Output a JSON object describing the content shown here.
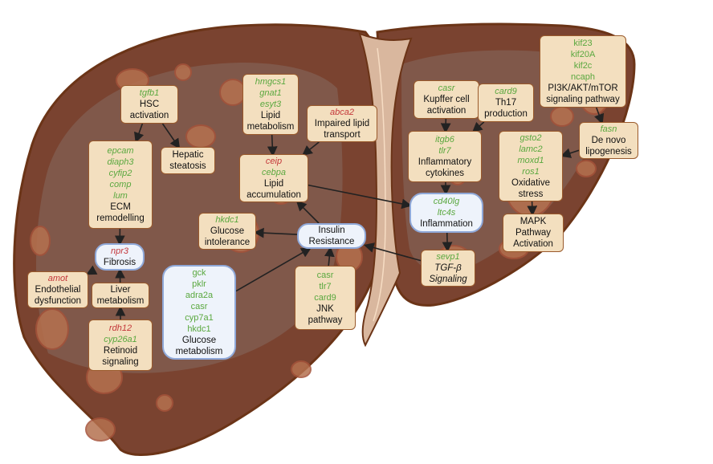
{
  "colors": {
    "liver_dark": "#7a4330",
    "liver_mid": "#80584a",
    "liver_outline": "#6b3417",
    "ligament": "#d9b79e",
    "node_fill": "#f3dfbf",
    "node_border": "#9a5a2c",
    "hub_fill": "#eef3fb",
    "hub_border": "#8fa8d8",
    "gene_up": "#5aa83f",
    "gene_down": "#c4373a",
    "arrow": "#222222"
  },
  "nodes": {
    "hsc": {
      "genes": [
        {
          "name": "tgfb1",
          "dir": "up"
        }
      ],
      "label": [
        "HSC",
        "activation"
      ]
    },
    "steatosis": {
      "genes": [],
      "label": [
        "Hepatic",
        "steatosis"
      ]
    },
    "ecm": {
      "genes": [
        {
          "name": "epcam",
          "dir": "up"
        },
        {
          "name": "diaph3",
          "dir": "up"
        },
        {
          "name": "cyfip2",
          "dir": "up"
        },
        {
          "name": "comp",
          "dir": "up"
        },
        {
          "name": "lum",
          "dir": "up"
        }
      ],
      "label": [
        "ECM",
        "remodelling"
      ]
    },
    "fibrosis": {
      "genes": [
        {
          "name": "npr3",
          "dir": "down"
        }
      ],
      "label": [
        "Fibrosis"
      ]
    },
    "endothelial": {
      "genes": [
        {
          "name": "amot",
          "dir": "down"
        }
      ],
      "label": [
        "Endothelial",
        "dysfunction"
      ]
    },
    "liver_metab": {
      "genes": [],
      "label": [
        "Liver",
        "metabolism"
      ]
    },
    "retinoid": {
      "genes": [
        {
          "name": "rdh12",
          "dir": "down"
        },
        {
          "name": "cyp26a1",
          "dir": "up"
        }
      ],
      "label": [
        "Retinoid",
        "signaling"
      ]
    },
    "lipid_metab": {
      "genes": [
        {
          "name": "hmgcs1",
          "dir": "up"
        },
        {
          "name": "gnat1",
          "dir": "up"
        },
        {
          "name": "esyt3",
          "dir": "up"
        }
      ],
      "label": [
        "Lipid",
        "metabolism"
      ]
    },
    "lipid_transport": {
      "genes": [
        {
          "name": "abca2",
          "dir": "down"
        }
      ],
      "label": [
        "Impaired lipid",
        "transport"
      ]
    },
    "lipid_accum": {
      "genes": [
        {
          "name": "ceip",
          "dir": "down"
        },
        {
          "name": "cebpa",
          "dir": "up"
        }
      ],
      "label": [
        "Lipid",
        "accumulation"
      ]
    },
    "glucose_intol": {
      "genes": [
        {
          "name": "hkdc1",
          "dir": "up"
        }
      ],
      "label": [
        "Glucose",
        "intolerance"
      ]
    },
    "insulin": {
      "genes": [],
      "label": [
        "Insulin",
        "Resistance"
      ]
    },
    "glucose_metab": {
      "genes": [
        {
          "name": "gck",
          "dir": "up"
        },
        {
          "name": "pklr",
          "dir": "up"
        },
        {
          "name": "adra2a",
          "dir": "up"
        },
        {
          "name": "casr",
          "dir": "up"
        },
        {
          "name": "cyp7a1",
          "dir": "up"
        },
        {
          "name": "hkdc1",
          "dir": "up"
        }
      ],
      "label": [
        "Glucose",
        "metabolism"
      ]
    },
    "jnk": {
      "genes": [
        {
          "name": "casr",
          "dir": "up"
        },
        {
          "name": "tlr7",
          "dir": "up"
        },
        {
          "name": "card9",
          "dir": "up"
        }
      ],
      "label": [
        "JNK",
        "pathway"
      ]
    },
    "kupffer": {
      "genes": [
        {
          "name": "casr",
          "dir": "up"
        }
      ],
      "label": [
        "Kupffer cell",
        "activation"
      ]
    },
    "th17": {
      "genes": [
        {
          "name": "card9",
          "dir": "up"
        }
      ],
      "label": [
        "Th17",
        "production"
      ]
    },
    "pi3k": {
      "genes": [
        {
          "name": "kif23",
          "dir": "up"
        },
        {
          "name": "kif20A",
          "dir": "up"
        },
        {
          "name": "kif2c",
          "dir": "up"
        },
        {
          "name": "ncaph",
          "dir": "up"
        }
      ],
      "label": [
        "PI3K/AKT/mTOR",
        "signaling pathway"
      ]
    },
    "cytokines": {
      "genes": [
        {
          "name": "itgb6",
          "dir": "up"
        },
        {
          "name": "tlr7",
          "dir": "up"
        }
      ],
      "label": [
        "Inflammatory",
        "cytokines"
      ]
    },
    "oxidative": {
      "genes": [
        {
          "name": "gsto2",
          "dir": "up"
        },
        {
          "name": "lamc2",
          "dir": "up"
        },
        {
          "name": "moxd1",
          "dir": "up"
        },
        {
          "name": "ros1",
          "dir": "up"
        }
      ],
      "label": [
        "Oxidative",
        "stress"
      ]
    },
    "lipogenesis": {
      "genes": [
        {
          "name": "fasn",
          "dir": "up"
        }
      ],
      "label": [
        "De novo",
        "lipogenesis"
      ]
    },
    "inflammation": {
      "genes": [
        {
          "name": "cd40lg",
          "dir": "up"
        },
        {
          "name": "ltc4s",
          "dir": "up"
        }
      ],
      "label": [
        "Inflammation"
      ]
    },
    "mapk": {
      "genes": [],
      "label": [
        "MAPK",
        "Pathway",
        "Activation"
      ]
    },
    "tgfb": {
      "genes": [
        {
          "name": "sevp1",
          "dir": "up"
        }
      ],
      "label": [
        "TGF-β",
        "Signaling"
      ]
    }
  },
  "edges": [
    [
      "hsc",
      "ecm"
    ],
    [
      "hsc",
      "steatosis"
    ],
    [
      "ecm",
      "fibrosis"
    ],
    [
      "fibrosis",
      "endothelial"
    ],
    [
      "liver_metab",
      "fibrosis"
    ],
    [
      "retinoid",
      "liver_metab"
    ],
    [
      "lipid_metab",
      "lipid_accum"
    ],
    [
      "lipid_transport",
      "lipid_accum"
    ],
    [
      "lipid_accum",
      "inflammation"
    ],
    [
      "insulin",
      "lipid_accum"
    ],
    [
      "insulin",
      "glucose_intol"
    ],
    [
      "glucose_metab",
      "insulin"
    ],
    [
      "jnk",
      "insulin"
    ],
    [
      "kupffer",
      "cytokines"
    ],
    [
      "th17",
      "cytokines"
    ],
    [
      "pi3k",
      "lipogenesis"
    ],
    [
      "lipogenesis",
      "oxidative"
    ],
    [
      "cytokines",
      "inflammation"
    ],
    [
      "oxidative",
      "mapk"
    ],
    [
      "inflammation",
      "tgfb"
    ],
    [
      "tgfb",
      "insulin"
    ]
  ]
}
